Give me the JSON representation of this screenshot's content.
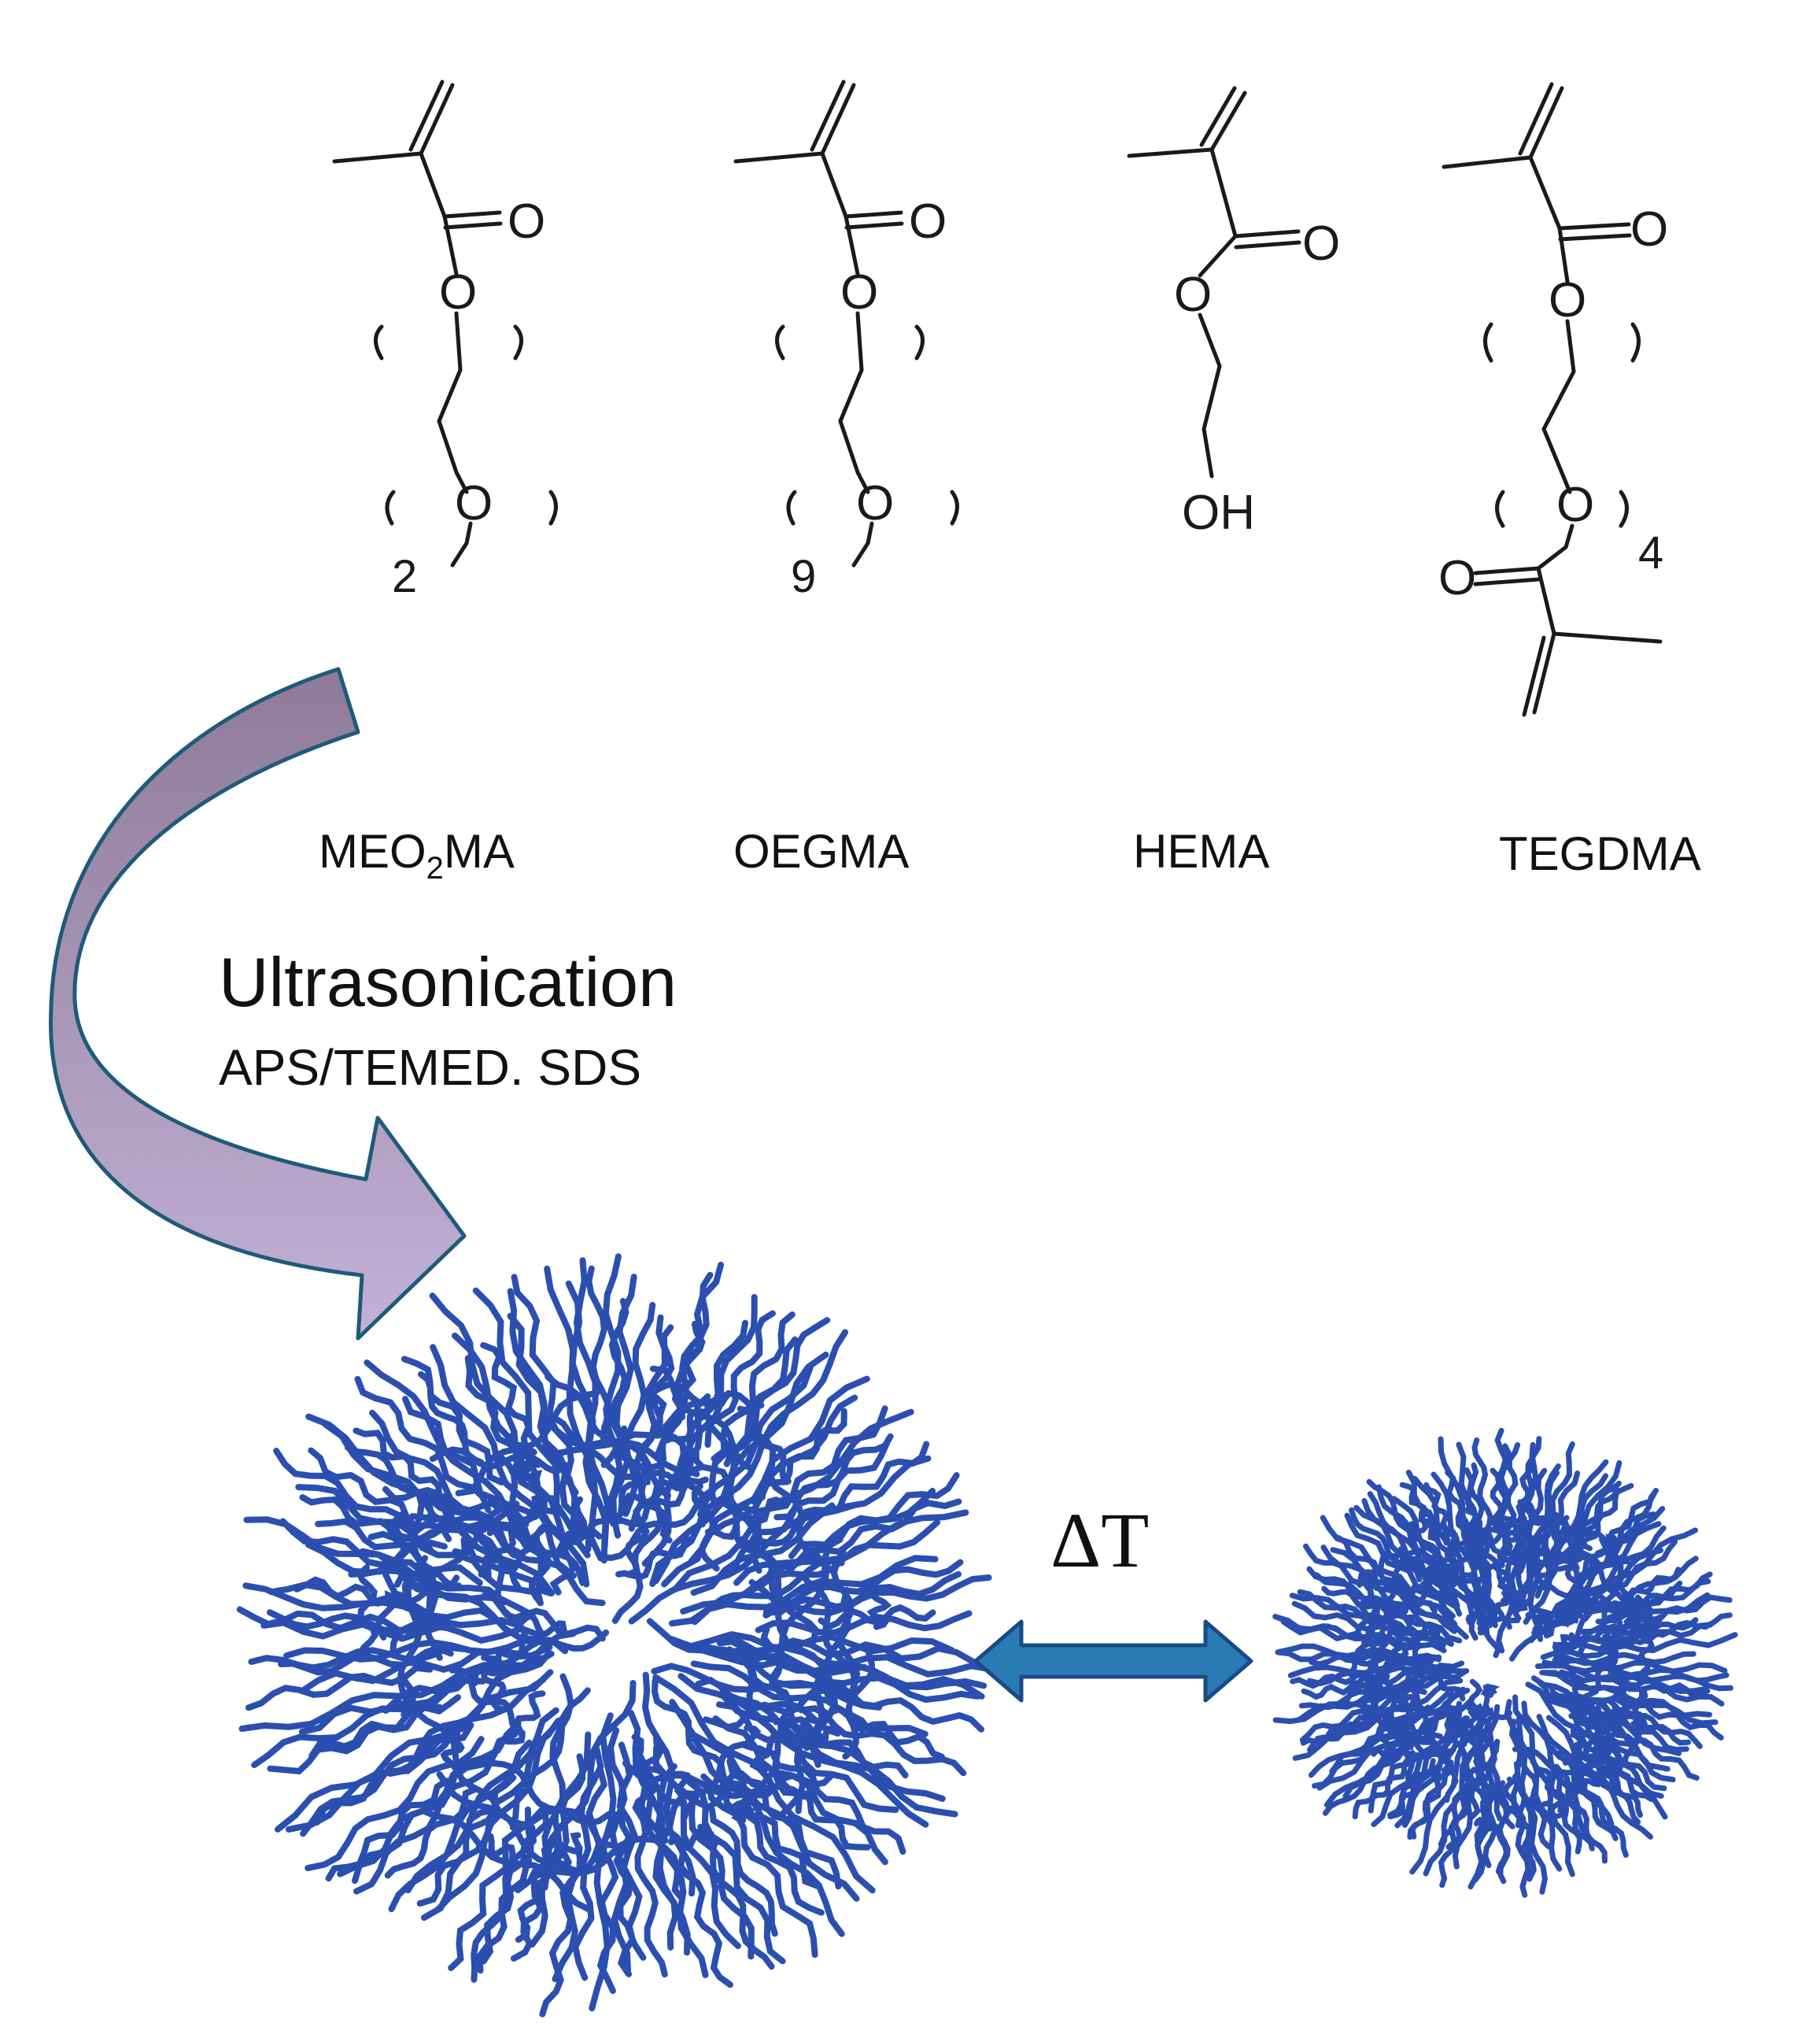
{
  "monomers": [
    {
      "name_main": "MEO",
      "name_sub": "2",
      "name_tail": "MA",
      "repeat_count": "2",
      "atom_o": "O",
      "atom_ester_o": "O",
      "structure_type": "peg-methacrylate"
    },
    {
      "name_main": "OEGMA",
      "name_sub": "",
      "name_tail": "",
      "repeat_count": "9",
      "atom_o": "O",
      "atom_ester_o": "O",
      "structure_type": "peg-methacrylate"
    },
    {
      "name_main": "HEMA",
      "name_sub": "",
      "name_tail": "",
      "repeat_count": "",
      "atom_o": "O",
      "atom_ester_o": "O",
      "terminal_group": "OH",
      "structure_type": "hydroxyethyl-methacrylate"
    },
    {
      "name_main": "TEGDMA",
      "name_sub": "",
      "name_tail": "",
      "repeat_count": "4",
      "atom_o": "O",
      "atom_ester_o": "O",
      "structure_type": "peg-dimethacrylate"
    }
  ],
  "process": {
    "method": "Ultrasonication",
    "reagents": "APS/TEMED. SDS"
  },
  "transition": {
    "symbol": "ΔT"
  },
  "colors": {
    "arrow_fill_top": "#8e7a98",
    "arrow_fill_bottom": "#c2b2d6",
    "arrow_stroke": "#1f5a7a",
    "microgel": "#2b4fb0",
    "double_arrow_fill": "#2a7bb5",
    "double_arrow_stroke": "#1a4a86",
    "bond": "#1a1a1a"
  },
  "icons": {
    "curved_arrow": "curved-process-arrow",
    "double_arrow": "double-headed-arrow",
    "swollen_microgel": "swollen-microgel-icon",
    "collapsed_microgel": "collapsed-microgel-icon"
  }
}
